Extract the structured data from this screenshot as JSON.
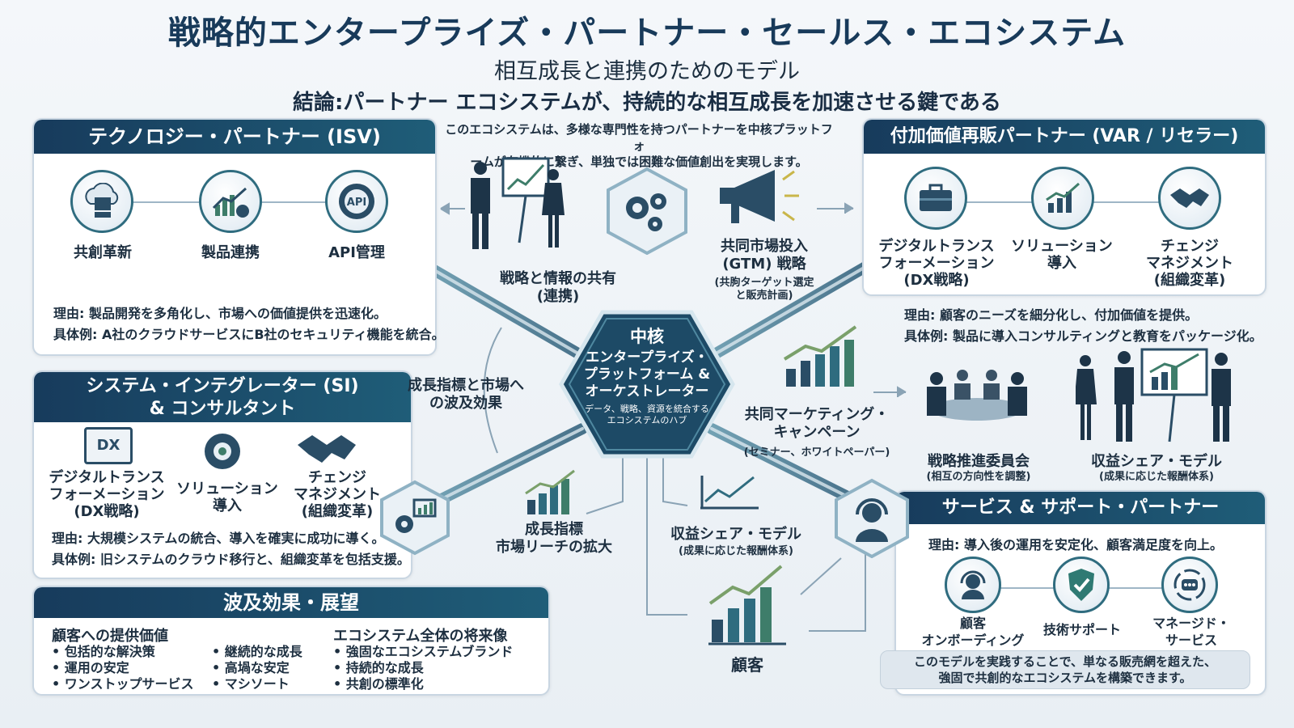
{
  "title": "戦略的エンタープライズ・パートナー・セールス・エコシステム",
  "subtitle": "相互成長と連携のためのモデル",
  "conclusion": "結論:パートナー エコシステムが、持続的な相互成長を加速させる鍵である",
  "intro_text": [
    "このエコシステムは、多様な専門性を持つパートナーを中核プラットフォ",
    "ームが有機的に繋ぎ、単独では困難な価値創出を実現します。"
  ],
  "isv": {
    "header": "テクノロジー・パートナー (ISV)",
    "items": [
      {
        "label": "共創革新",
        "icon": "cloud-server-icon"
      },
      {
        "label": "製品連携",
        "icon": "growth-chart-icon"
      },
      {
        "label": "API管理",
        "icon": "api-gear-icon"
      }
    ],
    "reason": "理由: 製品開発を多角化し、市場への価値提供を迅速化。",
    "example": "具体例: A社のクラウドサービスにB社のセキュリティ機能を統合。"
  },
  "var": {
    "header": "付加価値再販パートナー (VAR / リセラー)",
    "items": [
      {
        "label": [
          "デジタルトランス",
          "フォーメーション",
          "(DX戦略)"
        ],
        "icon": "briefcase-icon"
      },
      {
        "label": [
          "ソリューション",
          "導入"
        ],
        "icon": "bar-chart-icon"
      },
      {
        "label": [
          "チェンジ",
          "マネジメント",
          "(組織変革)"
        ],
        "icon": "handshake-icon"
      }
    ],
    "reason": "理由: 顧客のニーズを細分化し、付加価値を提供。",
    "example": "具体例: 製品に導入コンサルティングと教育をパッケージ化。"
  },
  "si": {
    "header": [
      "システム・インテグレーター (SI)",
      "& コンサルタント"
    ],
    "items": [
      {
        "label": [
          "デジタルトランス",
          "フォーメーション",
          "(DX戦略)"
        ],
        "icon": "dx-monitor-icon",
        "badge": "DX"
      },
      {
        "label": [
          "ソリューション",
          "導入"
        ],
        "icon": "gear-cycle-icon"
      },
      {
        "label": [
          "チェンジ",
          "マネジメント",
          "(組織変革)"
        ],
        "icon": "handshake-icon"
      }
    ],
    "reason": "理由: 大規模システムの統合、導入を確実に成功に導く。",
    "example": "具体例: 旧システムのクラウド移行と、組織変革を包括支援。"
  },
  "service": {
    "header": "サービス & サポート・パートナー",
    "reason": "理由: 導入後の運用を安定化、顧客満足度を向上。",
    "items": [
      {
        "label": [
          "顧客",
          "オンボーディング"
        ],
        "icon": "headset-user-icon"
      },
      {
        "label": [
          "技術サポート"
        ],
        "icon": "shield-check-icon"
      },
      {
        "label": [
          "マネージド・",
          "サービス"
        ],
        "icon": "chat-cycle-icon"
      }
    ],
    "closing": [
      "このモデルを実践することで、単なる販売網を超えた、",
      "強固で共創的なエコシステムを構築できます。"
    ]
  },
  "impact": {
    "header": "波及効果・展望",
    "customer_value_title": "顧客への提供価値",
    "customer_value_col1": [
      "• 包括的な解決策",
      "• 運用の安定",
      "• ワンストップサービス"
    ],
    "customer_value_col2": [
      "• 継続的な成長",
      "• 高堝な安定",
      "• マシソート"
    ],
    "future_title": "エコシステム全体の将来像",
    "future_items": [
      "• 強固なエコシステムブランド",
      "• 持続的な成長",
      "• 共創の標準化"
    ]
  },
  "core": {
    "title": "中核",
    "lines": [
      "エンタープライズ・",
      "プラットフォーム &",
      "オーケストレーター"
    ],
    "desc": [
      "データ、戦略、資源を統合する",
      "エコシステムのハブ"
    ]
  },
  "nodes": {
    "strategy_share": [
      "戦略と情報の共有",
      "(連携)"
    ],
    "gtm": [
      "共同市場投入",
      "(GTM) 戦略"
    ],
    "gtm_sub": [
      "(共朐ターゲット選定",
      "と販売計画)"
    ],
    "growth_effect": [
      "成長指標と市場へ",
      "の波及効果"
    ],
    "joint_marketing": [
      "共同マーケティング・",
      "キャンペーン"
    ],
    "joint_marketing_sub": "(セミナー、ホワイトペーパー)",
    "committee": "戦略推進委員会",
    "committee_sub": "(相互の方向性を調整)",
    "revenue_top": "収益シェア・モデル",
    "revenue_top_sub": "(成果に応じた報酬体系)",
    "growth_kpi": [
      "成長指標",
      "市場リーチの拡大"
    ],
    "revenue_mid": "収益シェア・モデル",
    "revenue_mid_sub": "(成果に応じた報酬体系)",
    "customer": "顧客"
  }
}
